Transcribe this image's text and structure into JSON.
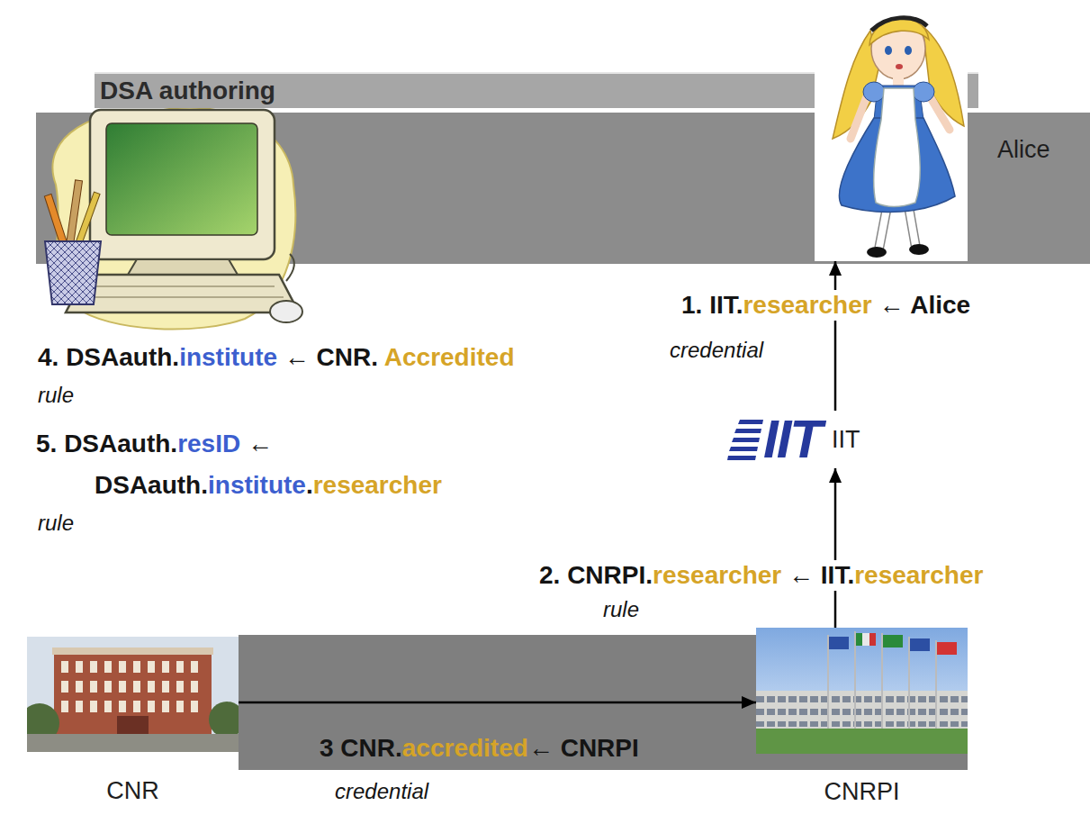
{
  "diagram": {
    "nodes": [
      {
        "text": [
          "DSA authoring"
        ]
      },
      {
        "text": [
          "Alice"
        ]
      },
      {
        "text": [
          "IIT",
          "IIT"
        ]
      },
      {
        "text": [
          "CNR"
        ]
      },
      {
        "text": [
          "CNRPI"
        ]
      }
    ],
    "edges": [
      {
        "from": 2,
        "to": 1,
        "arrow": "to"
      },
      {
        "from": 4,
        "to": 2,
        "arrow": "to"
      },
      {
        "from": 3,
        "to": 4,
        "arrow": "to"
      }
    ],
    "labels": [
      "1. IIT.researcher ← Alice",
      "credential",
      "2. CNRPI.researcher ← IIT.researcher",
      "rule",
      "3 CNR.accredited← CNRPI",
      "credential",
      "4. DSAauth.institute ← CNR. Accredited",
      "rule",
      "5. DSAauth.resID ← DSAauth.institute.researcher",
      "rule"
    ]
  }
}
